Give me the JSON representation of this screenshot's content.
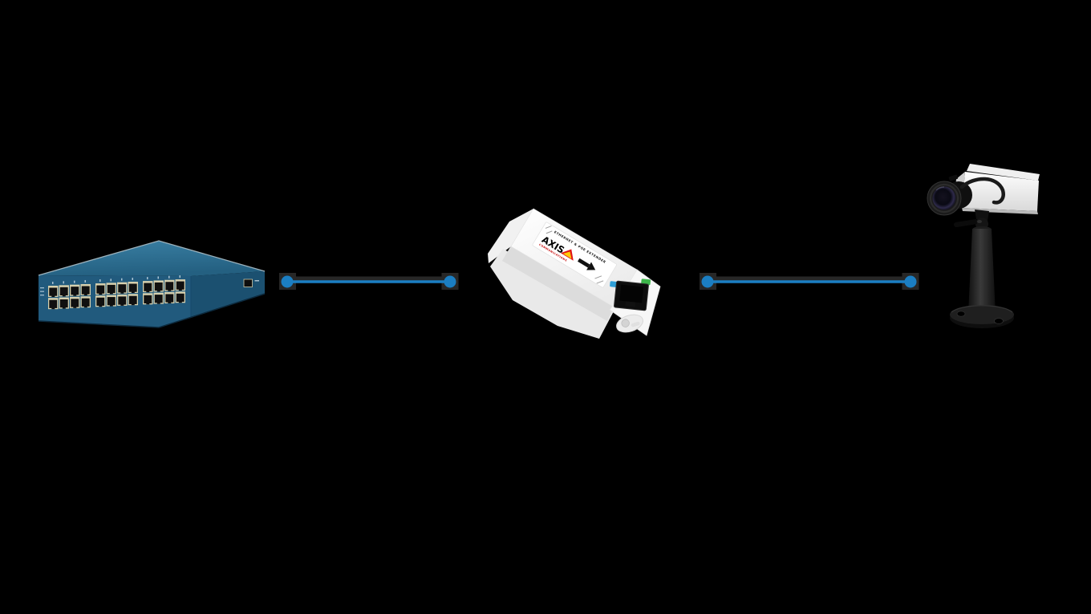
{
  "canvas": {
    "background_color": "#000000"
  },
  "diagram": {
    "description": "Network switch connected through a PoE extender to a network camera",
    "devices": {
      "switch": {
        "name": "24-port network switch",
        "port_count": 24,
        "port_columns": 12,
        "port_rows": 2,
        "ports_per_group": 4,
        "body_color": "#2e7398",
        "front_color": "#215a7d",
        "front_color_dim": "#1b5070",
        "port_bezel_color": "#d6d0ae",
        "port_jack_color": "#101010",
        "tick_color": "#d7e6ef"
      },
      "extender": {
        "name": "AXIS Ethernet and PoE extender",
        "body_color": "#f7f7f7",
        "label": {
          "product_line": "ETHERNET & POE EXTENDER",
          "brand": "AXIS",
          "brand_subtitle": "COMMUNICATIONS",
          "brand_subtitle_color": "#c40000",
          "arrow_color": "#111111"
        },
        "leds": [
          {
            "name": "left-led",
            "color": "#2e9fd8"
          },
          {
            "name": "right-led",
            "color": "#3cb54a"
          }
        ]
      },
      "camera": {
        "name": "Network box camera on pedestal stand",
        "body_color": "#f2f2f2",
        "stand_color": "#151515"
      }
    },
    "connections": [
      {
        "id": "switch-to-extender",
        "color": "#1b7ec2"
      },
      {
        "id": "extender-to-camera",
        "color": "#1b7ec2"
      }
    ]
  }
}
